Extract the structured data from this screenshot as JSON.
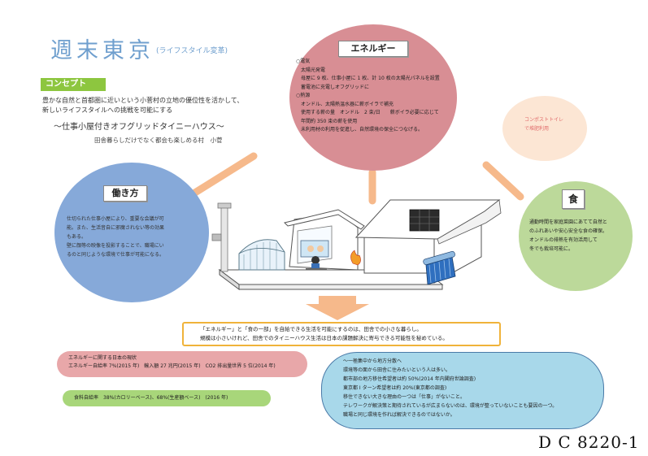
{
  "title": {
    "main": "週末東京",
    "sub": "(ライフスタイル変革)"
  },
  "concept": {
    "tag": "コンセプト",
    "lines": [
      "豊かな自然と首都圏に近いという小菅村の立地の優位性を活かして、",
      "新しいライフスタイルへの挑戦を可能にする"
    ],
    "name": "～仕事小屋付きオフグリッドタイニーハウス～",
    "tagline": "田舎暮らしだけでなく都会も楽しめる村　小菅"
  },
  "energy": {
    "heading": "エネルギー",
    "lines": [
      "○電気",
      "　太陽光発電",
      "　母屋に 9 枚、仕事小屋に 1 枚、計 10 枚の太陽光パネルを設置",
      "　蓄電池に充電しオフグリッドに",
      "○熱源",
      "　オンドル、太陽熱温水器に薪ボイラで補充",
      "　使用する薪の量　オンドル　2 束/日　　薪ボイラ必要に応じて",
      "　年間約 350 束の薪を使用",
      "　未利用材の利用を促進し、自然環境の保全につなげる。"
    ]
  },
  "work": {
    "heading": "働き方",
    "lines": [
      "仕切られた仕事小屋により、重要な会議が可",
      "能。また、生活音自に邪魔されない等の効果",
      "もある。",
      "壁に顔等の映像を投影することで、職場にい",
      "るのと同じような環境で仕事が可能になる。"
    ]
  },
  "food": {
    "heading": "食",
    "lines": [
      "通勤時間を家庭菜園にあてて自然と",
      "のふれあいや安心安全な食の確保。",
      "オンドルの排熱を有効活用して",
      "冬でも栽培可能に。"
    ]
  },
  "compost": {
    "lines": [
      "コンポストトイレ",
      "で堆肥利用"
    ]
  },
  "summary": {
    "lines": [
      "「エネルギー」と「食の一部」を自給できる生活を可能にするのは、田舎での小さな暮らし。",
      "規模は小さいけれど、田舎でのタイニーハウス生活は日本の課題解決に寄与できる可能性を秘めている。"
    ]
  },
  "energy_facts": {
    "lines": [
      "エネルギーに関する日本の現状",
      "エネルギー自給率 7%(2015 年)　輸入額 27 兆円(2015 年)　CO2 排出量世界 5 位(2014 年)"
    ]
  },
  "food_facts": {
    "text": "食料自給率　38%(カロリーベース)、68%(生産額ベース)　(2016 年)"
  },
  "migration": {
    "lines": [
      "～一極集中から地方分散へ",
      "環境等の面から田舎に住みたいという人は多い。",
      "都市部の地方移住希望者は約 50%(2014 年内閣府世論調査)",
      "東京都 I ターン希望者は約 20%(東京都の調査)",
      "移住できない大きな理由の一つは「仕事」がないこと。",
      "テレワークが解決策と期待されているが広まらないのは、環境が整っていないことも要因の一つ。",
      "職場と同じ環境を作れば解決できるのではないか。"
    ]
  },
  "doc_id": "D C 8220-1",
  "colors": {
    "title_blue": "#6f9fce",
    "energy_circle": "#d88e94",
    "work_circle": "#86a9d9",
    "food_circle": "#bcd99a",
    "compost_circle": "#fce6d4",
    "concept_green": "#8dc63f",
    "connector_orange": "#f6b98b",
    "summary_border": "#f0b33a",
    "facts_pink": "#e8a7a9",
    "facts_green": "#a8d67a",
    "migration_blue": "#a8d8ea"
  },
  "icons": [
    "greenhouse-icon",
    "worker-at-desk-icon",
    "flame-icon",
    "solar-panel-icon",
    "solar-water-heater-icon",
    "down-arrow-icon"
  ]
}
